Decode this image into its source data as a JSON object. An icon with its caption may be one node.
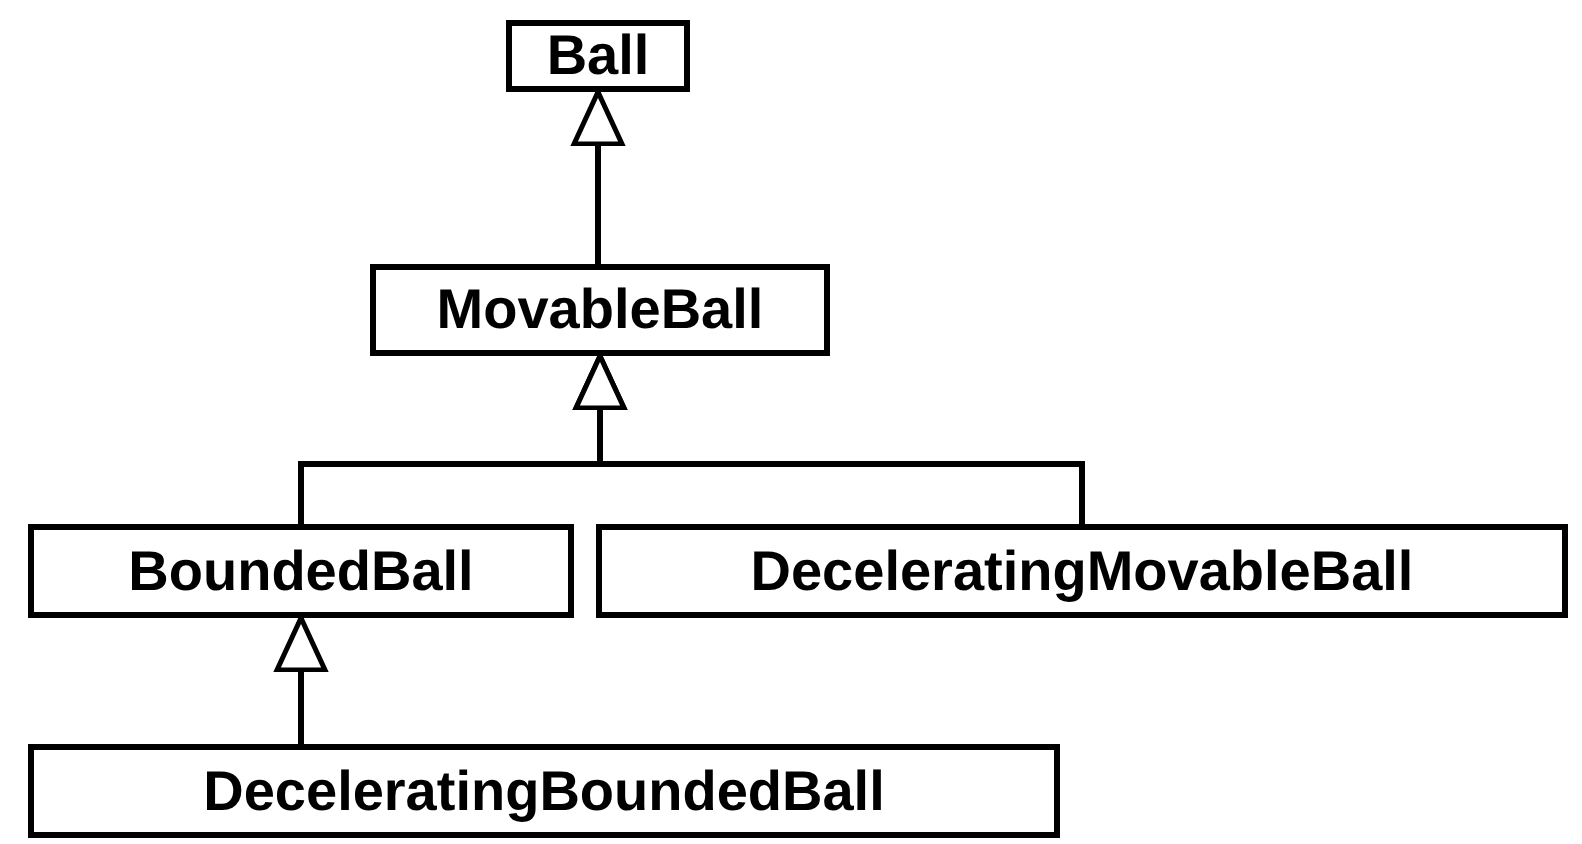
{
  "diagram": {
    "nodes": [
      {
        "text": [
          "Ball"
        ]
      },
      {
        "text": [
          "MovableBall"
        ]
      },
      {
        "text": [
          "BoundedBall"
        ]
      },
      {
        "text": [
          "DeceleratingMovableBall"
        ]
      },
      {
        "text": [
          "DeceleratingBoundedBall"
        ]
      }
    ],
    "edges": [
      {
        "from": 1,
        "to": 0,
        "arrow": "to"
      },
      {
        "from": 2,
        "to": 1,
        "arrow": "to"
      },
      {
        "from": 3,
        "to": 1,
        "arrow": "to"
      },
      {
        "from": 4,
        "to": 2,
        "arrow": "to"
      }
    ]
  }
}
